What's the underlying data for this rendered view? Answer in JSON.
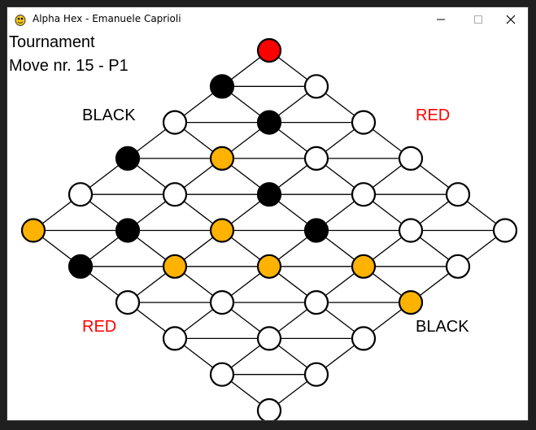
{
  "window": {
    "title": "Alpha Hex - Emanuele Caprioli",
    "icons": {
      "app": "pygame-snake-icon",
      "minimize": "minimize-icon",
      "maximize": "maximize-icon",
      "close": "close-icon"
    }
  },
  "game": {
    "mode": "Tournament",
    "move_text": "Move nr. 15 - P1",
    "corner_labels": {
      "top_left": "BLACK",
      "top_right": "RED",
      "bottom_left": "RED",
      "bottom_right": "BLACK"
    },
    "colors": {
      "empty": "#ffffff",
      "black": "#000000",
      "orange": "#ffb300",
      "red": "#ff0000",
      "red_label": "#ff0000",
      "black_label": "#000000"
    },
    "board_size": 6,
    "cells": [
      [
        "red",
        "black",
        "white",
        "black",
        "white",
        "orange"
      ],
      [
        "white",
        "black",
        "orange",
        "white",
        "black",
        "black"
      ],
      [
        "white",
        "white",
        "black",
        "orange",
        "orange",
        "white"
      ],
      [
        "white",
        "white",
        "black",
        "orange",
        "white",
        "white"
      ],
      [
        "white",
        "white",
        "orange",
        "white",
        "white",
        "white"
      ],
      [
        "white",
        "white",
        "orange",
        "white",
        "white",
        "white"
      ]
    ]
  }
}
